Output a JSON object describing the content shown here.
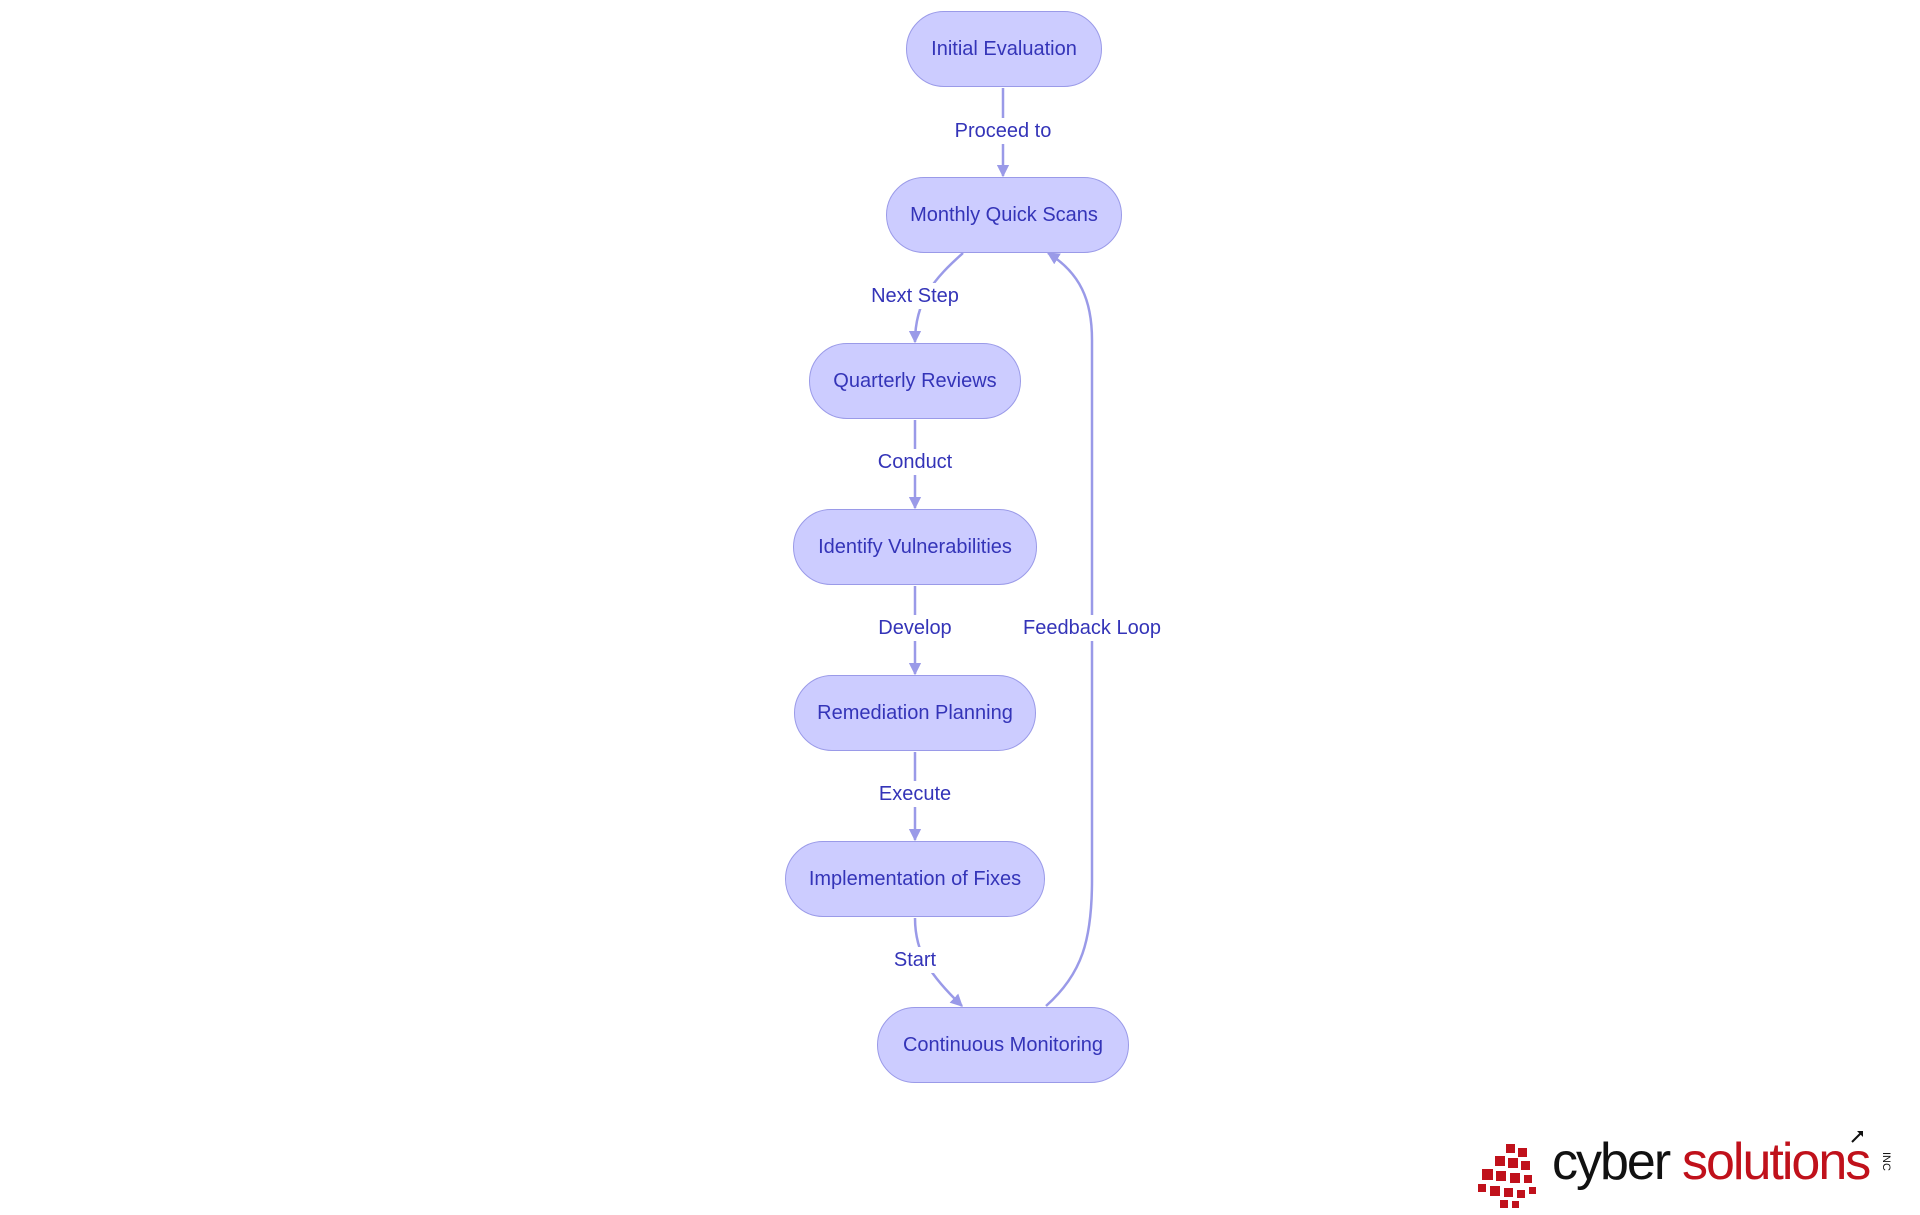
{
  "nodes": {
    "initial": "Initial Evaluation",
    "monthly": "Monthly Quick Scans",
    "quarterly": "Quarterly Reviews",
    "identify": "Identify Vulnerabilities",
    "remediation": "Remediation Planning",
    "implementation": "Implementation of Fixes",
    "monitoring": "Continuous Monitoring"
  },
  "edges": {
    "proceed": "Proceed to",
    "next_step": "Next Step",
    "conduct": "Conduct",
    "develop": "Develop",
    "execute": "Execute",
    "start": "Start",
    "feedback": "Feedback Loop"
  },
  "logo": {
    "cyber": "cyber",
    "solutions": "solutions",
    "inc": "INC"
  },
  "colors": {
    "node_fill": "#ccccff",
    "node_border": "#9a9ae8",
    "text": "#3434b8",
    "edge": "#9a9ae8",
    "logo_red": "#c0111b",
    "logo_black": "#111111"
  }
}
